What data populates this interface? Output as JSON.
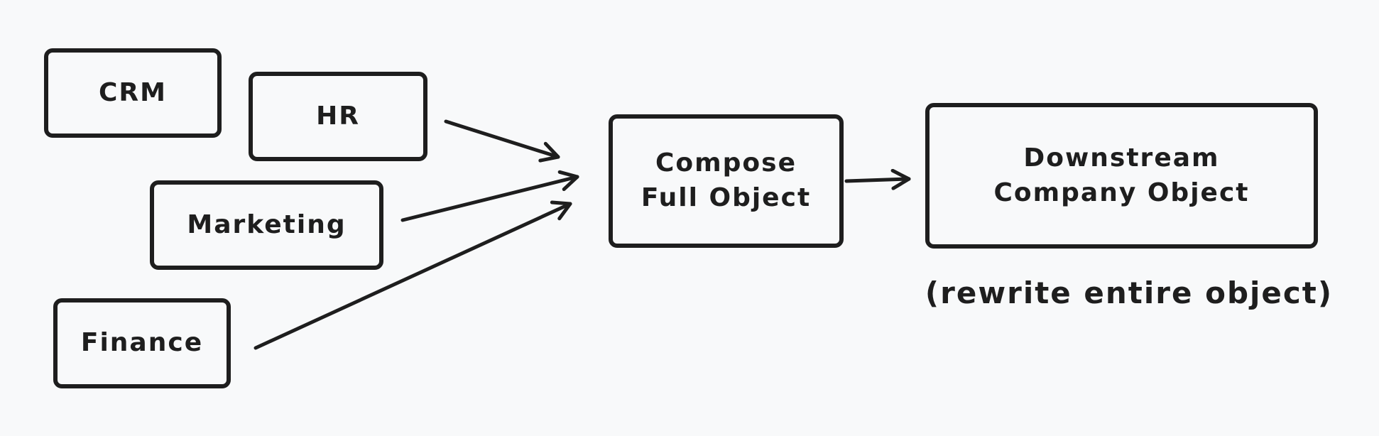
{
  "diagram": {
    "nodes": {
      "crm": "CRM",
      "hr": "HR",
      "marketing": "Marketing",
      "finance": "Finance",
      "compose": "Compose\nFull Object",
      "downstream": "Downstream\nCompany Object"
    },
    "note": "(rewrite entire object)",
    "edges": [
      {
        "from": "HR",
        "to": "Compose Full Object"
      },
      {
        "from": "Marketing",
        "to": "Compose Full Object"
      },
      {
        "from": "Finance",
        "to": "Compose Full Object"
      },
      {
        "from": "Compose Full Object",
        "to": "Downstream Company Object"
      }
    ],
    "colors": {
      "stroke": "#1e1e1e",
      "background": "#f8f9fa"
    }
  }
}
